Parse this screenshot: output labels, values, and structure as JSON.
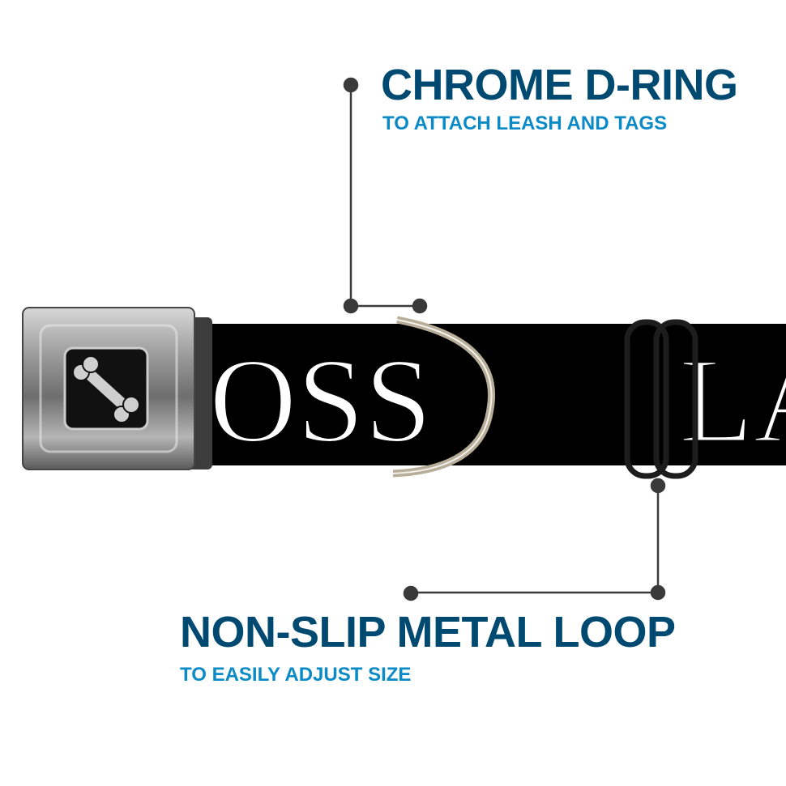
{
  "callouts": [
    {
      "title": "CHROME D-RING",
      "subtitle": "TO ATTACH LEASH AND TAGS"
    },
    {
      "title": "NON-SLIP METAL LOOP",
      "subtitle": "TO EASILY ADJUST SIZE"
    }
  ],
  "collar_print": {
    "left": "OSS",
    "right": "LA"
  },
  "colors": {
    "title": "#004a72",
    "subtitle": "#0a8ac6",
    "strap": "#000000",
    "leader": "#3a3a3a"
  }
}
